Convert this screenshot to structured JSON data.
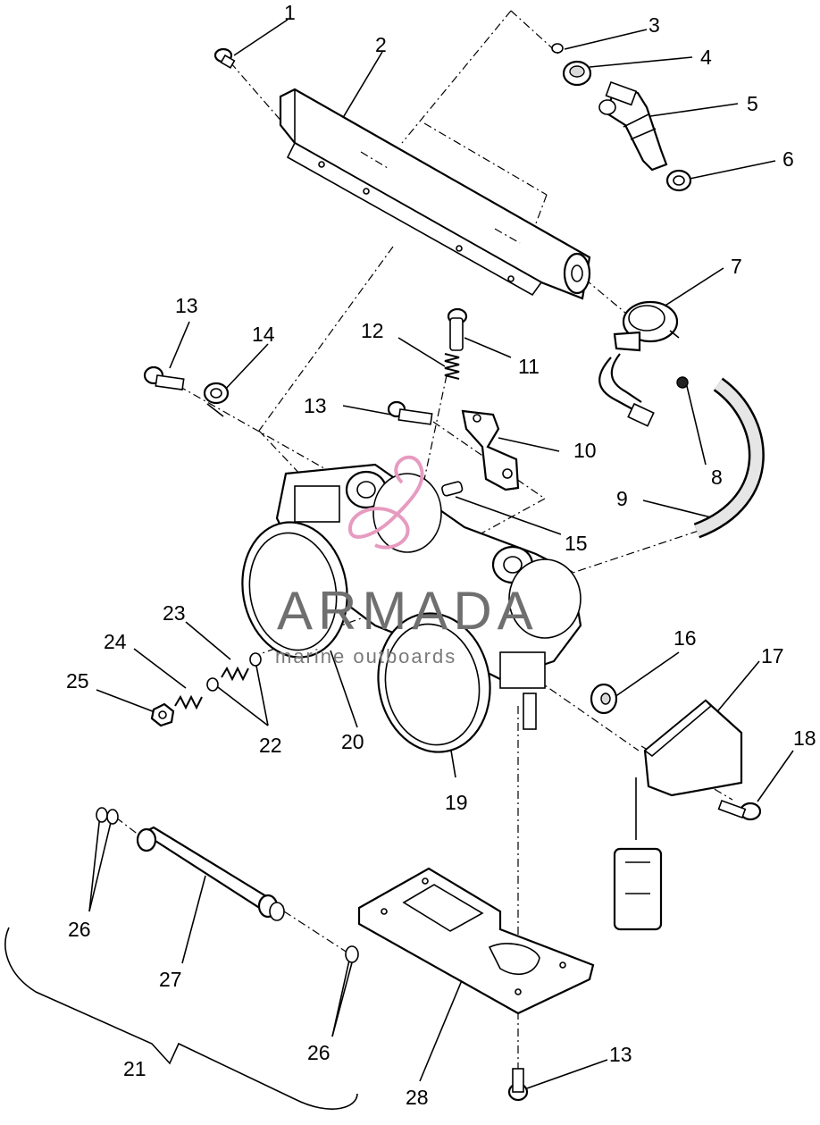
{
  "diagram": {
    "labels": [
      "1",
      "2",
      "3",
      "4",
      "5",
      "6",
      "7",
      "8",
      "9",
      "10",
      "11",
      "12",
      "13",
      "13",
      "13",
      "14",
      "15",
      "16",
      "17",
      "18",
      "19",
      "20",
      "21",
      "22",
      "23",
      "24",
      "25",
      "26",
      "26",
      "27",
      "28"
    ]
  },
  "watermark": {
    "brand": "ARMADA",
    "subtitle": "marine outboards",
    "color": "#e79bc0"
  }
}
